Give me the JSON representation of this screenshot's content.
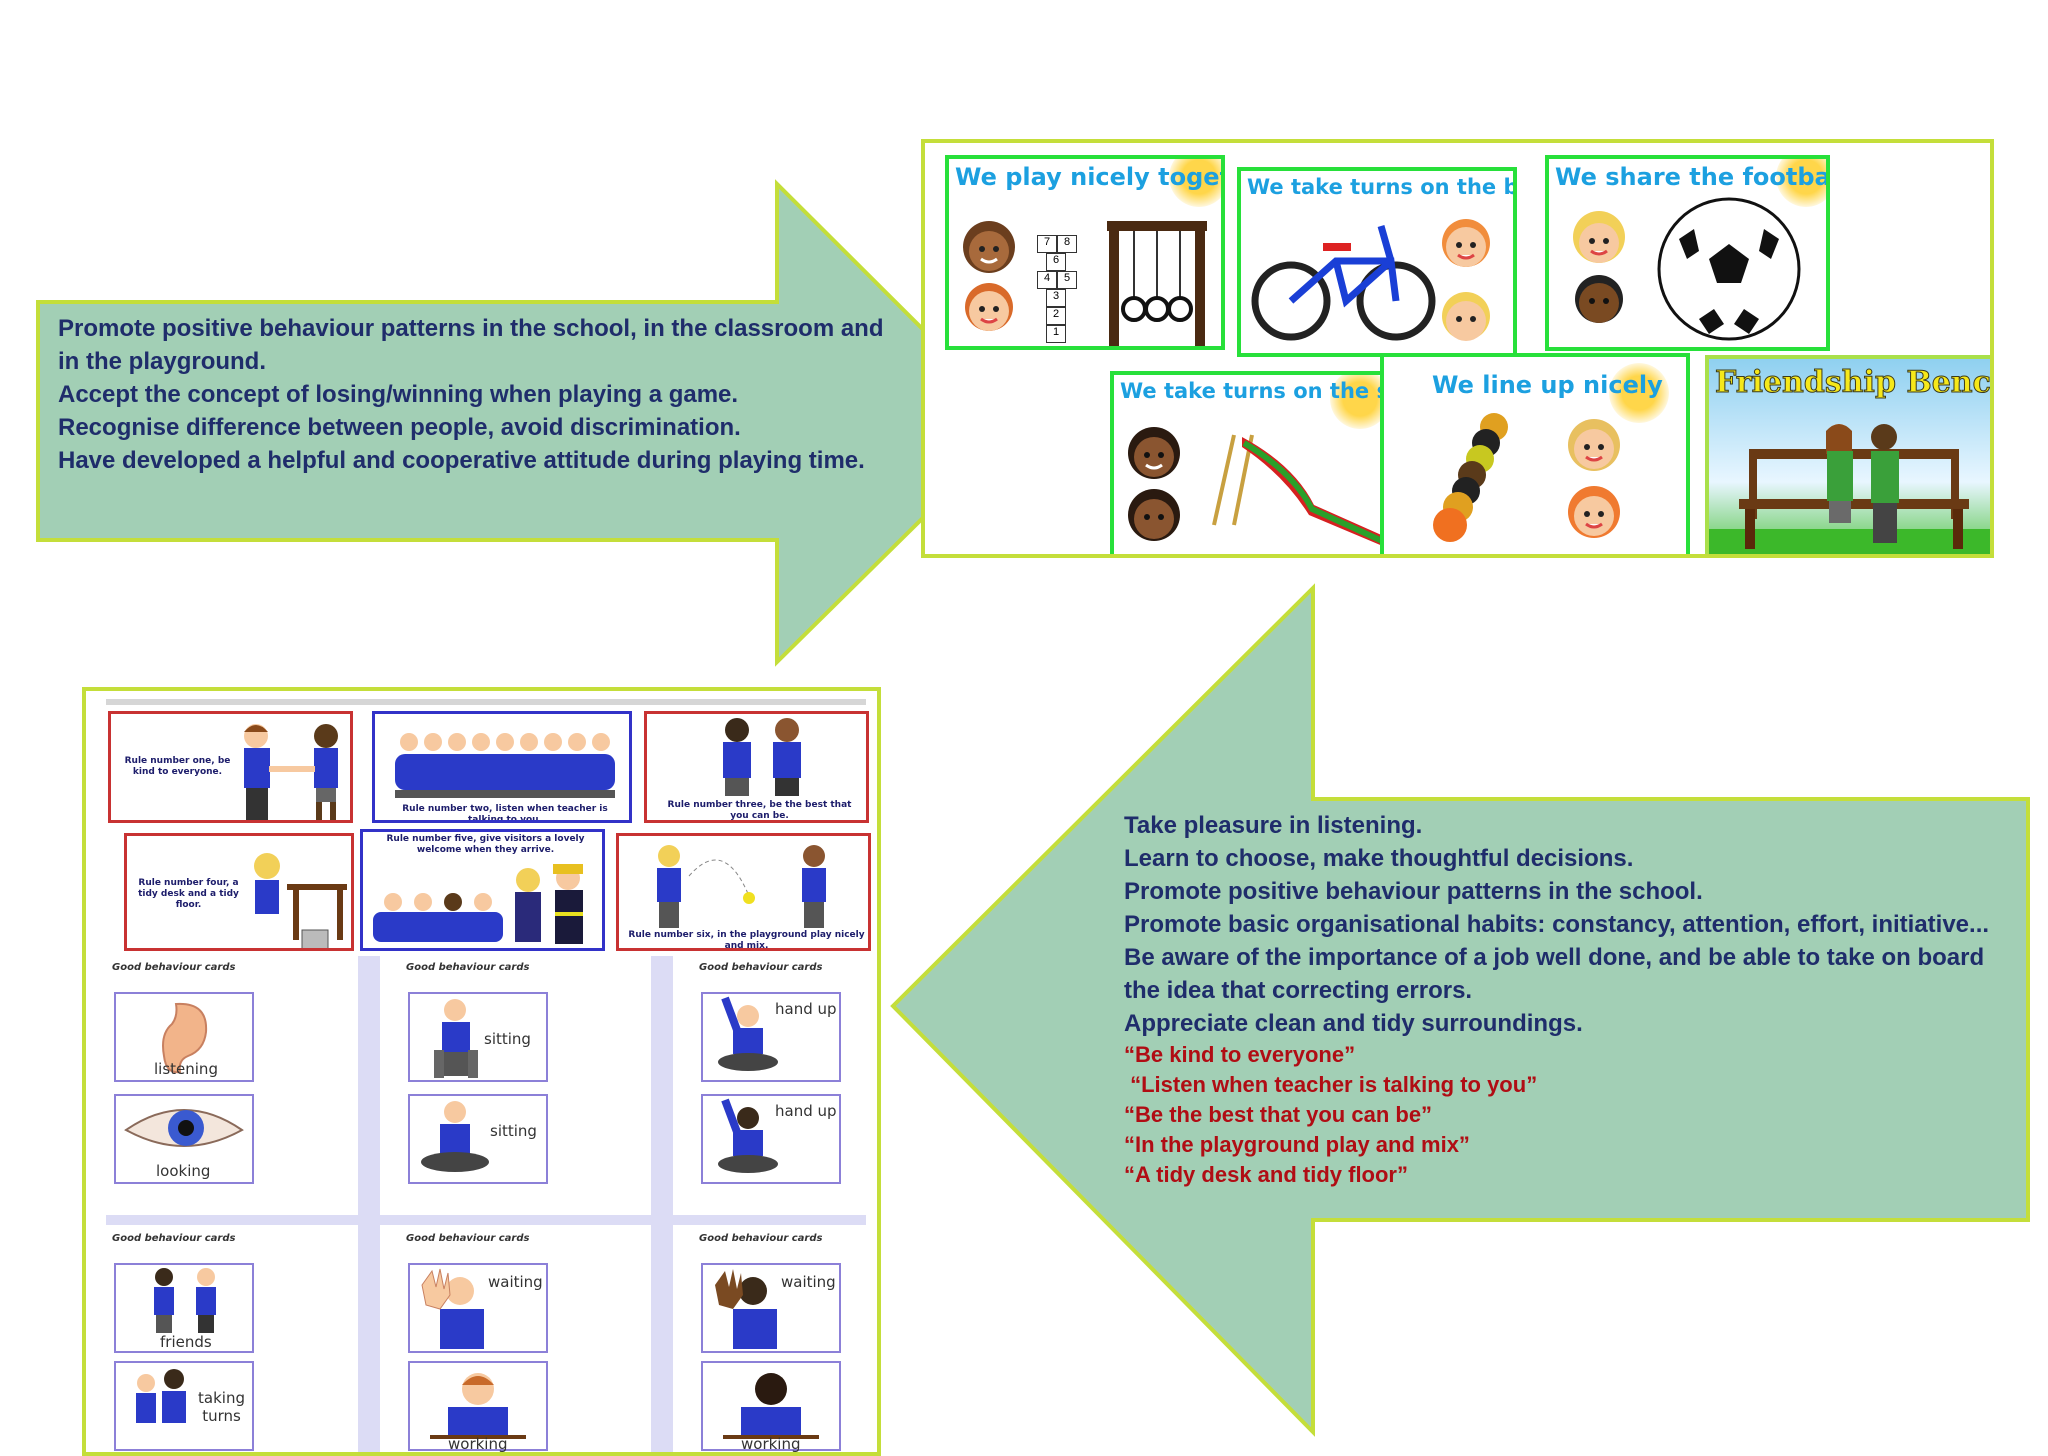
{
  "top_arrow": {
    "lines": [
      "Promote positive behaviour patterns in the school, in the classroom and",
      "in the playground.",
      "Accept the concept of losing/winning when playing a game.",
      "Recognise difference between people, avoid discrimination.",
      "Have developed a helpful and cooperative attitude during playing time."
    ]
  },
  "bottom_arrow": {
    "lines": [
      "Take pleasure in listening.",
      "Learn to choose, make thoughtful decisions.",
      "Promote positive behaviour patterns in the school.",
      "Promote basic organisational habits: constancy, attention, effort, initiative...",
      "Be aware of the importance of a job well done, and be able to take on board",
      "the idea that correcting errors.",
      "Appreciate clean and tidy surroundings."
    ],
    "quotes": [
      "“Be kind to everyone”",
      " “Listen when teacher is talking to you”",
      "“Be the best that you can be”",
      "“In the playground play and mix”",
      "“A tidy desk and tidy floor”"
    ]
  },
  "playground_cards": [
    "We play nicely together",
    "We take turns on the bikes",
    "We share the football",
    "We take turns on the slide",
    "We line up nicely",
    "Friendship Bench"
  ],
  "hopscotch": [
    "7",
    "8",
    "6",
    "4",
    "5",
    "3",
    "2",
    "1"
  ],
  "rule_cards": [
    "Rule number one, be kind to everyone.",
    "Rule number two, listen when teacher is talking to you.",
    "Rule number three, be the best that you can be.",
    "Rule number four, a tidy desk and a tidy floor.",
    "Rule number five, give visitors a lovely welcome when they arrive.",
    "Rule number six, in the playground play nicely and mix."
  ],
  "good_behaviour": {
    "title": "Good behaviour cards",
    "cards": [
      "listening",
      "looking",
      "sitting",
      "sitting",
      "hand up",
      "hand up",
      "friends",
      "taking turns",
      "waiting",
      "working",
      "waiting",
      "working"
    ]
  },
  "colors": {
    "arrow_fill": "#a2cfb5",
    "arrow_border": "#c4de3a",
    "text_blue": "#1f2d6b",
    "text_red": "#b00d14",
    "card_green": "#27e03a",
    "caption_blue": "#1ca0e0"
  }
}
